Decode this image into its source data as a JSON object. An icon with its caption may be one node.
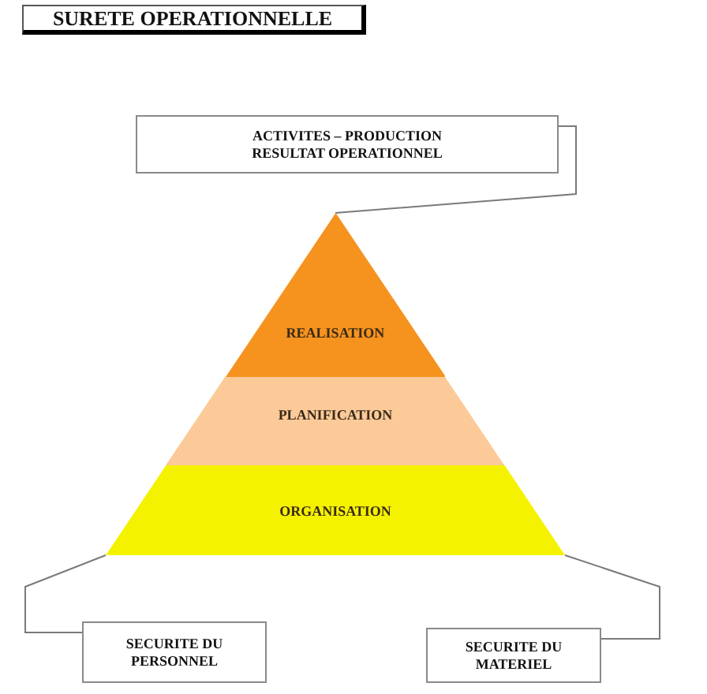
{
  "diagram": {
    "title": "SURETE OPERATIONNELLE",
    "nodes": [
      {
        "text": [
          "ACTIVITES – PRODUCTION",
          "RESULTAT OPERATIONNEL"
        ]
      },
      {
        "text": [
          "REALISATION"
        ]
      },
      {
        "text": [
          "PLANIFICATION"
        ]
      },
      {
        "text": [
          "ORGANISATION"
        ]
      },
      {
        "text": [
          "SECURITE DU PERSONNEL"
        ]
      },
      {
        "text": [
          "SECURITE DU MATERIEL"
        ]
      }
    ],
    "edges": [
      {
        "from": 0,
        "to": 1,
        "arrow": "none"
      },
      {
        "from": 3,
        "to": 4,
        "arrow": "none"
      },
      {
        "from": 3,
        "to": 5,
        "arrow": "none"
      }
    ]
  }
}
